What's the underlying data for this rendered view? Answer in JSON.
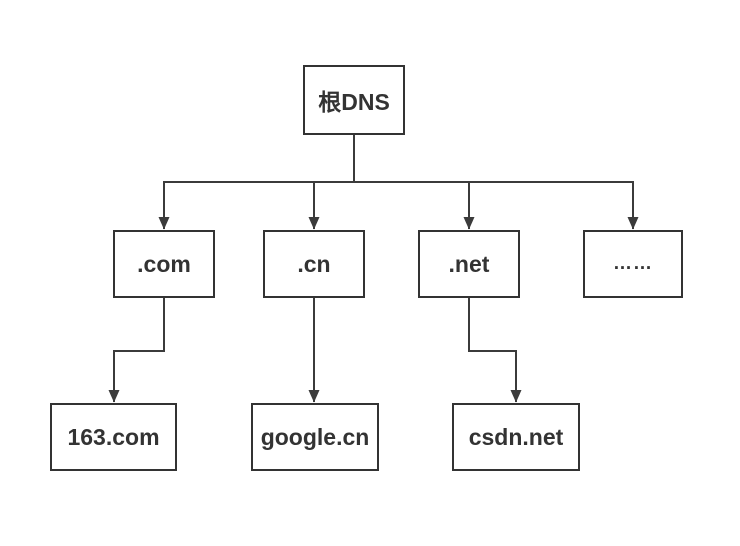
{
  "diagram": {
    "type": "tree",
    "background": "#ffffff",
    "line_color": "#3b3b3b",
    "box_border_color": "#333333",
    "text_color": "#333333",
    "nodes": {
      "root": {
        "label": "根DNS"
      },
      "com": {
        "label": ".com"
      },
      "cn": {
        "label": ".cn"
      },
      "net": {
        "label": ".net"
      },
      "more": {
        "label": "……"
      },
      "n163": {
        "label": "163.com"
      },
      "google": {
        "label": "google.cn"
      },
      "csdn": {
        "label": "csdn.net"
      }
    },
    "edges": [
      {
        "from": "根DNS",
        "to": ".com"
      },
      {
        "from": "根DNS",
        "to": ".cn"
      },
      {
        "from": "根DNS",
        "to": ".net"
      },
      {
        "from": "根DNS",
        "to": "……"
      },
      {
        "from": ".com",
        "to": "163.com"
      },
      {
        "from": ".cn",
        "to": "google.cn"
      },
      {
        "from": ".net",
        "to": "csdn.net"
      }
    ]
  }
}
